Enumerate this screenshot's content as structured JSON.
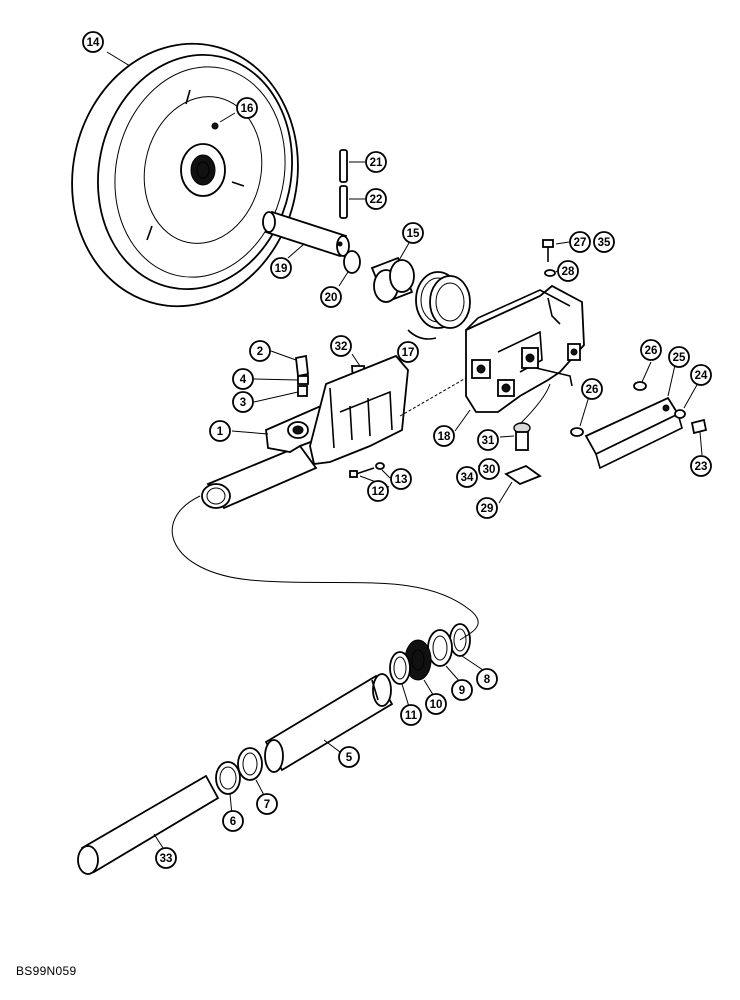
{
  "figure_code": "BS99N059",
  "callouts": {
    "c14": "14",
    "c16": "16",
    "c21": "21",
    "c22": "22",
    "c15": "15",
    "c19": "19",
    "c20": "20",
    "c27": "27",
    "c35": "35",
    "c28": "28",
    "c17": "17",
    "c32": "32",
    "c2": "2",
    "c4": "4",
    "c3": "3",
    "c1": "1",
    "c13": "13",
    "c12": "12",
    "c18": "18",
    "c31": "31",
    "c30": "30",
    "c34": "34",
    "c29": "29",
    "c26a": "26",
    "c25": "25",
    "c24": "24",
    "c26b": "26",
    "c23": "23",
    "c8": "8",
    "c9": "9",
    "c10": "10",
    "c11": "11",
    "c5": "5",
    "c7": "7",
    "c6": "6",
    "c33": "33"
  }
}
